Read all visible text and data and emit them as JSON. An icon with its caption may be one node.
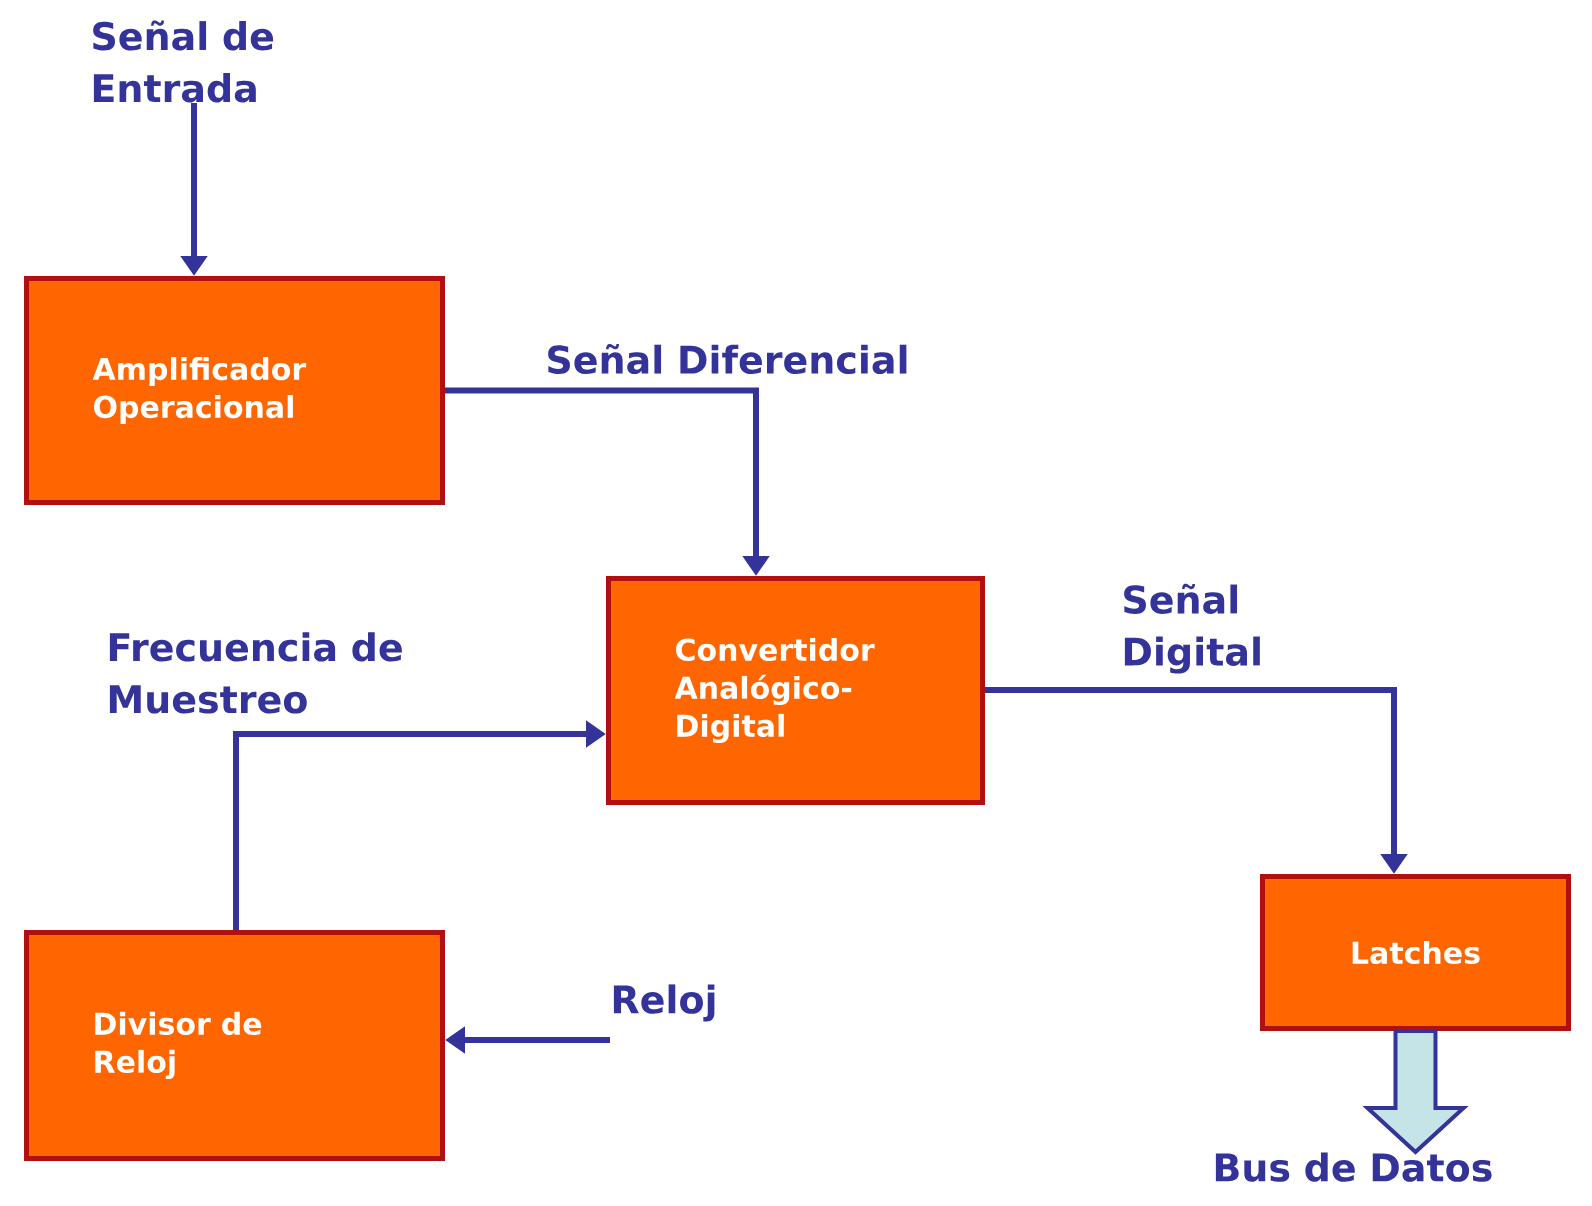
{
  "diagram": {
    "nodes": [
      {
        "text": [
          "Señal de Entrada"
        ]
      },
      {
        "text": [
          "Amplificador Operacional"
        ]
      },
      {
        "text": [
          "Convertidor Analógico-Digital"
        ]
      },
      {
        "text": [
          "Divisor de Reloj"
        ]
      },
      {
        "text": [
          "Reloj"
        ]
      },
      {
        "text": [
          "Latches"
        ]
      },
      {
        "text": [
          "Bus de Datos"
        ]
      }
    ],
    "edges": [
      {
        "from": 0,
        "to": 1,
        "arrow": "to"
      },
      {
        "from": 1,
        "to": 2,
        "arrow": "to",
        "label": "Señal Diferencial"
      },
      {
        "from": 3,
        "to": 2,
        "arrow": "to",
        "label": "Frecuencia de Muestreo"
      },
      {
        "from": 4,
        "to": 3,
        "arrow": "to"
      },
      {
        "from": 2,
        "to": 5,
        "arrow": "to",
        "label": "Señal Digital"
      },
      {
        "from": 5,
        "to": 6,
        "arrow": "to",
        "style": "thick",
        "color": "#c4e4e8"
      }
    ]
  }
}
